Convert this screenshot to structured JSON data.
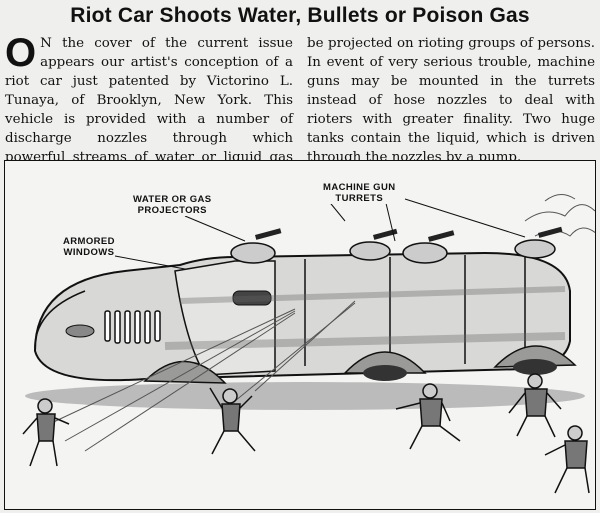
{
  "article": {
    "headline": "Riot Car Shoots Water, Bullets or Poison Gas",
    "drop_cap": "O",
    "col1_text": "N the cover of the current issue appears our artist's conception of a riot car just patented by Victorino L. Tunaya, of Brooklyn, New York. This vehicle is provided with a number of discharge nozzles through which powerful streams of water or liquid gas can",
    "col2_text": "be projected on rioting groups of persons. In event of very serious trouble, machine guns may be mounted in the turrets instead of hose nozzles to deal with rioters with greater finality. Two huge tanks contain the liquid, which is driven through the nozzles by a pump."
  },
  "illustration": {
    "callouts": {
      "water_gas": "WATER OR GAS\nPROJECTORS",
      "machine_gun": "MACHINE GUN\nTURRETS",
      "armored": "ARMORED\nWINDOWS"
    }
  }
}
